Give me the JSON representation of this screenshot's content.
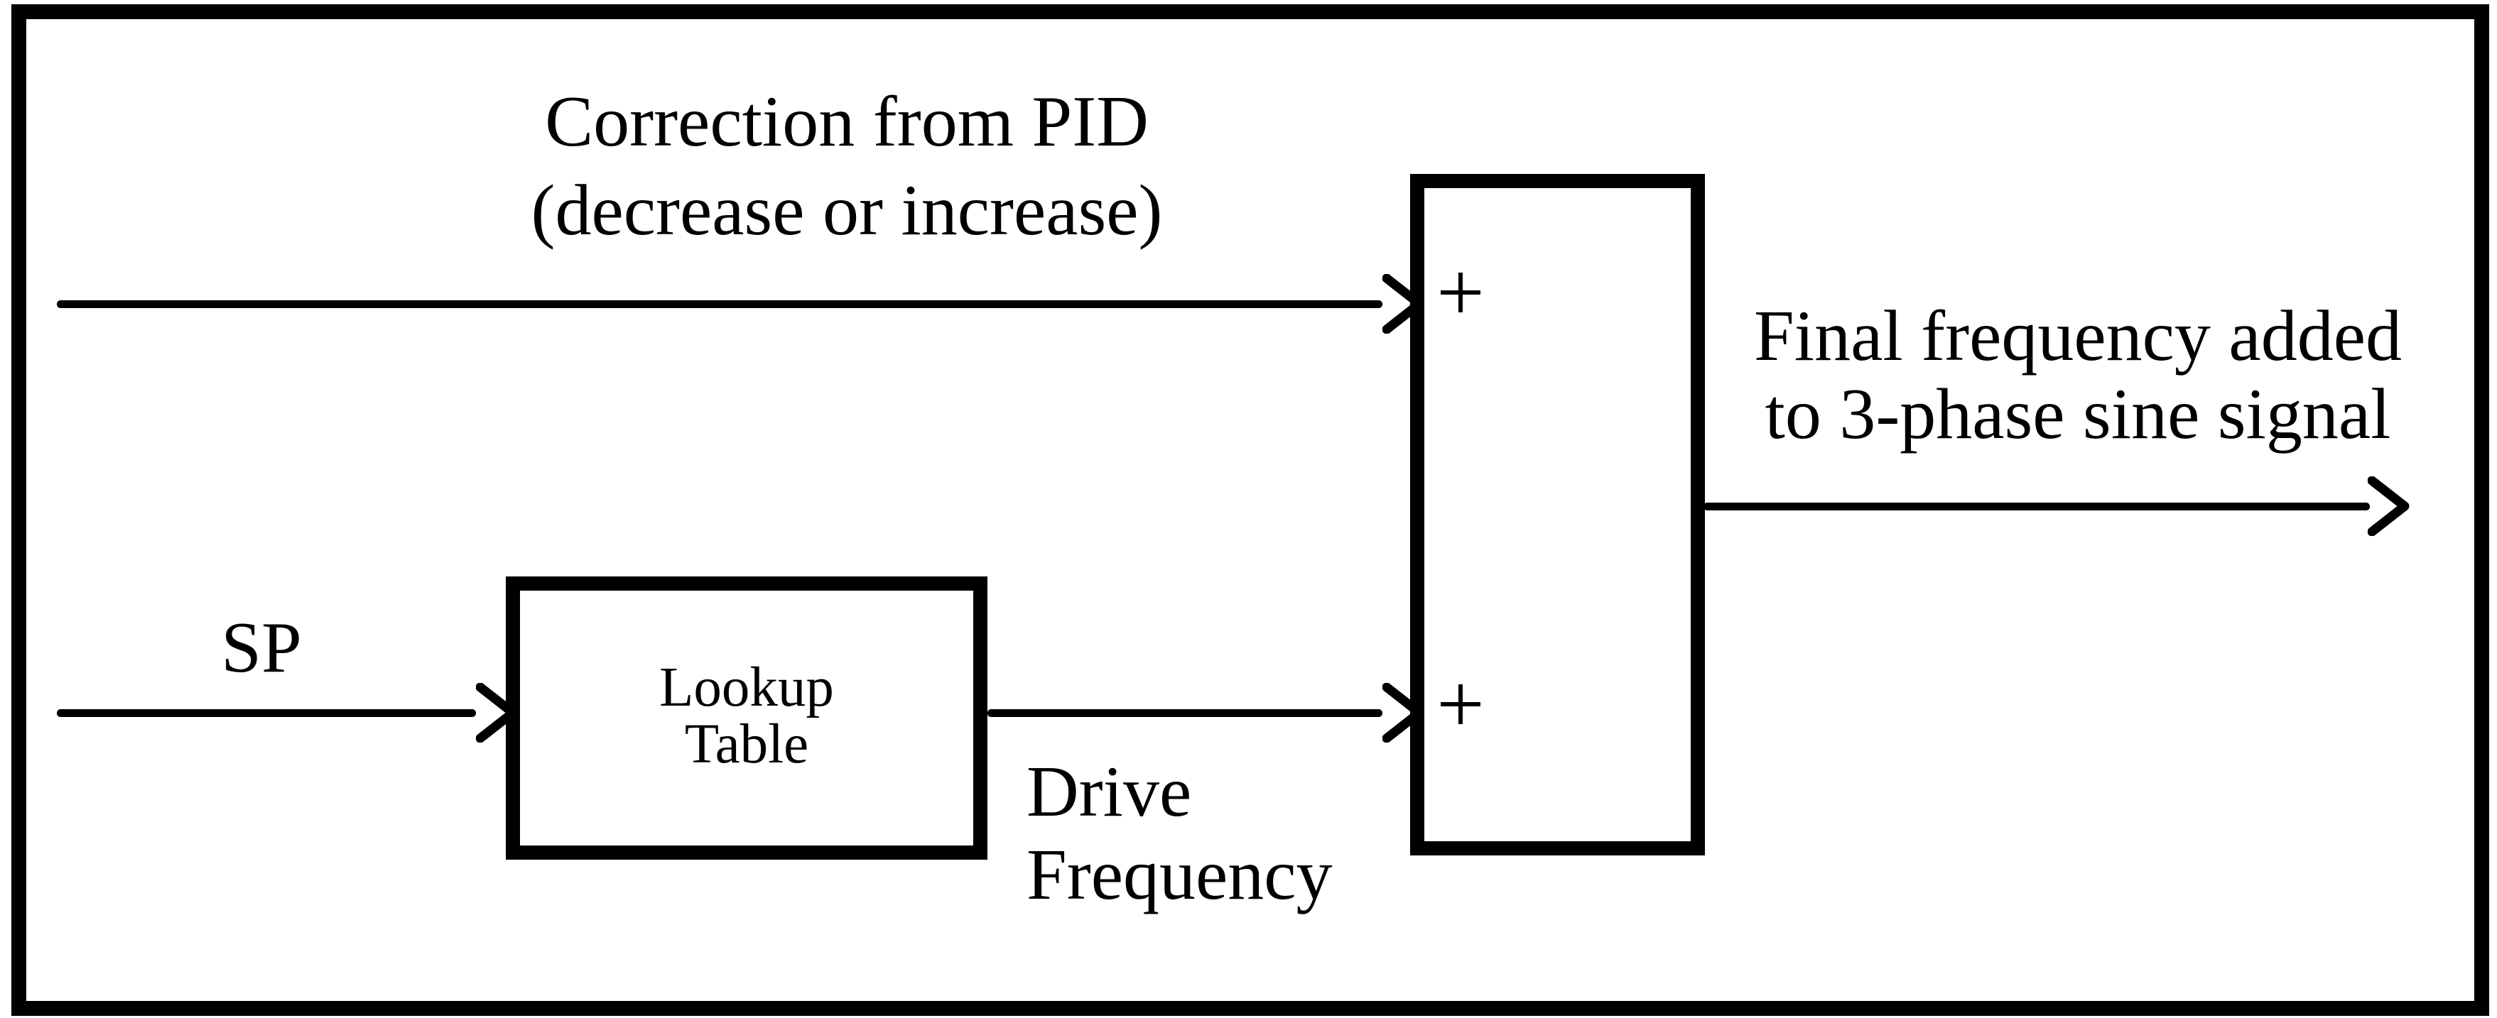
{
  "diagram": {
    "colors": {
      "ink": "#000000",
      "background": "#ffffff"
    },
    "labels": {
      "pid_correction_line1": "Correction from PID",
      "pid_correction_line2": "(decrease or increase)",
      "setpoint": "SP",
      "lookup_line1": "Lookup",
      "lookup_line2": "Table",
      "drive_line1": "Drive",
      "drive_line2": "Frequency",
      "summing_plus_top": "+",
      "summing_plus_bottom": "+",
      "output_line1": "Final frequency added",
      "output_line2": "to 3-phase sine signal"
    }
  }
}
